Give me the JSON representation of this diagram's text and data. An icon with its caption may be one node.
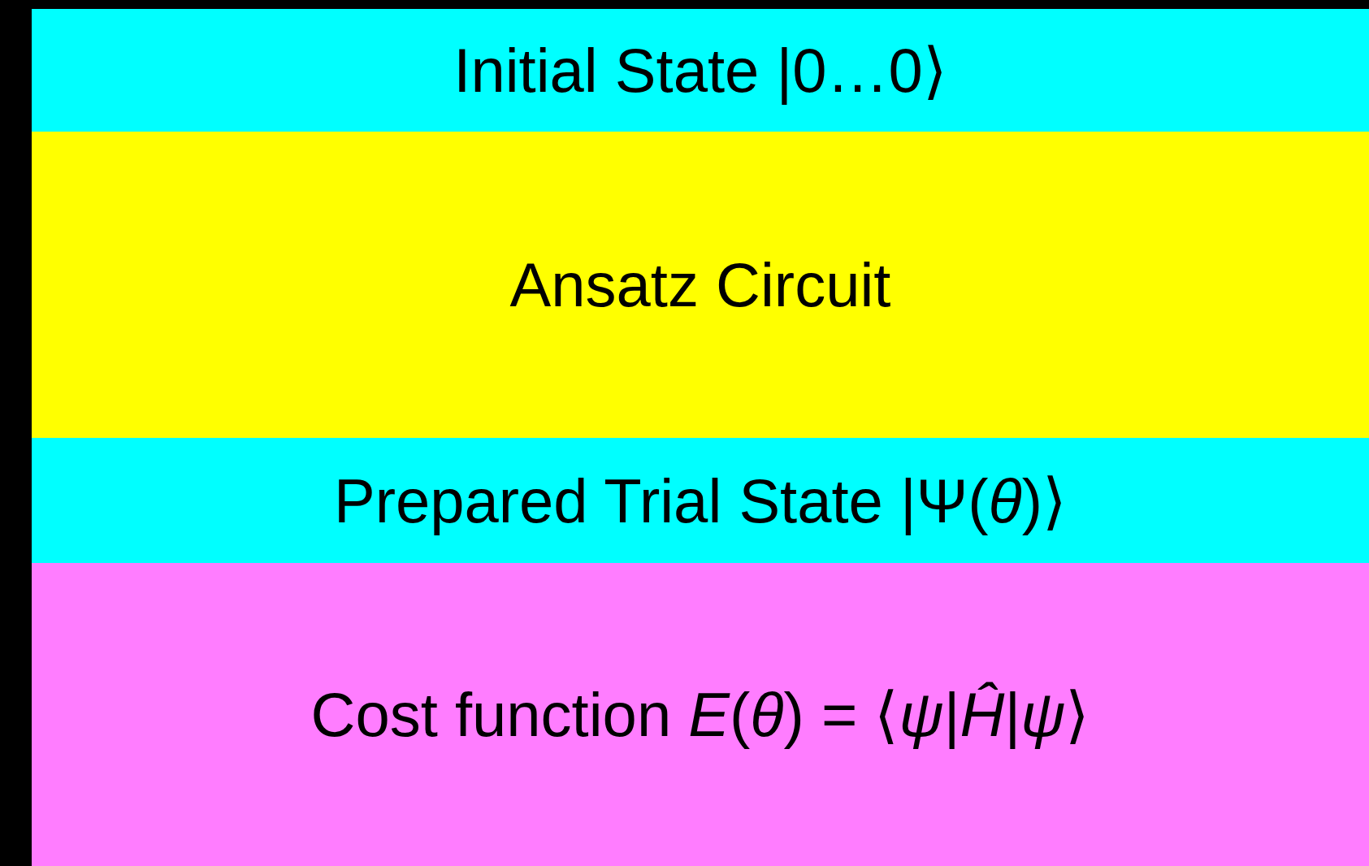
{
  "diagram": {
    "nodes": [
      {
        "text": [
          "Initial State |0…0⟩"
        ]
      },
      {
        "text": [
          "Ansatz Circuit"
        ]
      },
      {
        "text": [
          "Prepared Trial State |Ψ(*θ*)⟩"
        ]
      },
      {
        "text": [
          "Cost function *E*(*θ*) = ⟨*ψ*|*Ĥ*|*ψ*⟩"
        ]
      }
    ]
  }
}
